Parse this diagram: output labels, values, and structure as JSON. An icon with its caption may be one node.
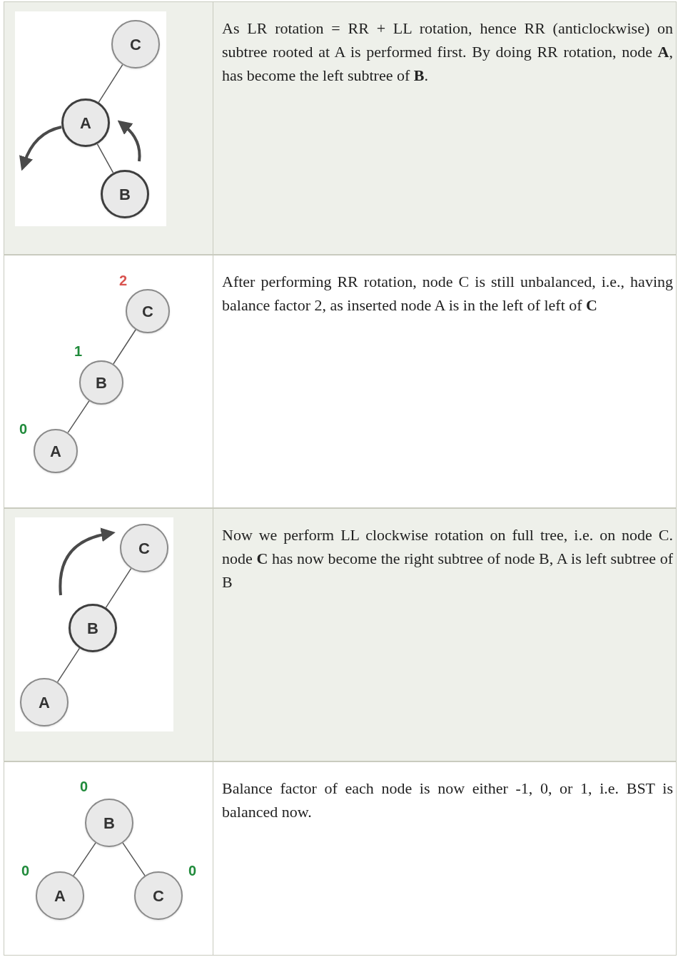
{
  "diagram": {
    "nodes": [
      {
        "text": [
          "C"
        ]
      },
      {
        "text": [
          "A"
        ]
      },
      {
        "text": [
          "B"
        ]
      },
      {
        "text": [
          "C"
        ],
        "beside": [
          "2"
        ]
      },
      {
        "text": [
          "B"
        ],
        "beside": [
          "1"
        ]
      },
      {
        "text": [
          "A"
        ],
        "beside": [
          "0"
        ]
      },
      {
        "text": [
          "C"
        ]
      },
      {
        "text": [
          "B"
        ]
      },
      {
        "text": [
          "A"
        ]
      },
      {
        "text": [
          "B"
        ],
        "beside": [
          "0"
        ]
      },
      {
        "text": [
          "A"
        ],
        "beside": [
          "0"
        ]
      },
      {
        "text": [
          "C"
        ],
        "beside": [
          "0"
        ]
      }
    ],
    "edges": [
      {
        "from": 0,
        "to": 1,
        "arrow": "none"
      },
      {
        "from": 1,
        "to": 2,
        "arrow": "none"
      },
      {
        "from": 3,
        "to": 4,
        "arrow": "none"
      },
      {
        "from": 4,
        "to": 5,
        "arrow": "none"
      },
      {
        "from": 6,
        "to": 7,
        "arrow": "none"
      },
      {
        "from": 7,
        "to": 8,
        "arrow": "none"
      },
      {
        "from": 9,
        "to": 10,
        "arrow": "none"
      },
      {
        "from": 9,
        "to": 11,
        "arrow": "none"
      }
    ],
    "labels": [
      "As LR rotation = RR + LL rotation, hence RR (anticlockwise) on subtree rooted at A is performed first. By doing RR rotation, node **A**, has become the left subtree of **B**.",
      "After performing RR rotation, node C is still unbalanced, i.e., having balance factor 2, as inserted node A is in the left of left of **C**",
      "Now we perform LL clockwise rotation on full tree, i.e. on node C. node **C** has now become the right subtree of node B, A is left subtree of B",
      "Balance factor of each node is now either -1, 0, or 1, i.e. BST is balanced now."
    ]
  }
}
